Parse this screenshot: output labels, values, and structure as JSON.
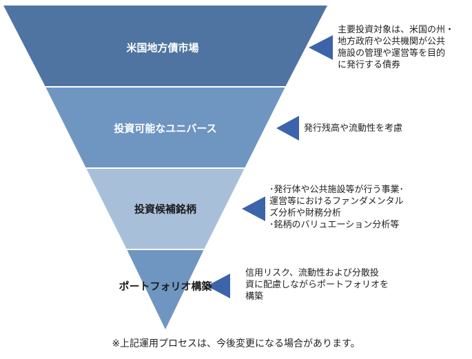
{
  "colors": {
    "level1": "#4f74a1",
    "level2": "#6f96c1",
    "level3": "#a8bfda",
    "level4": "#6f96c1",
    "arrow": "#3c64ab",
    "divider": "#ffffff"
  },
  "levels": [
    {
      "label": "米国地方債市場",
      "description": [
        "主要投資対象は、米国の州・",
        "地方政府や公共機関が公共",
        "施設の管理や運営等を目的",
        "に発行する債券"
      ]
    },
    {
      "label": "投資可能なユニバース",
      "description": [
        "発行残高や流動性を考慮"
      ]
    },
    {
      "label": "投資候補銘柄",
      "description": [
        "･発行体や公共施設等が行う事業･",
        "運営等におけるファンダメンタル",
        "ズ分析や財務分析",
        "･銘柄のバリュエーション分析等"
      ]
    },
    {
      "label": "ポートフォリオ構築",
      "description": [
        "信用リスク、流動性および分散投",
        "資に配慮しながらポートフォリオを",
        "構築"
      ]
    }
  ],
  "footnote": "※上記運用プロセスは、今後変更になる場合があります。"
}
